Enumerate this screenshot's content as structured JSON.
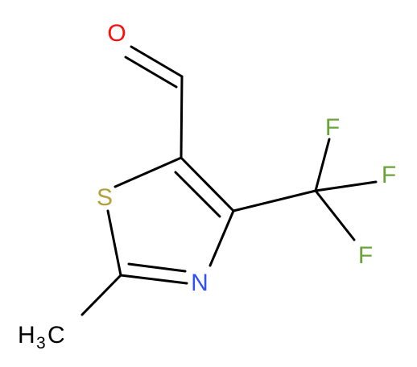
{
  "atoms": {
    "oxygen": {
      "label": "O",
      "color": "#ff0d0d"
    },
    "sulfur": {
      "label": "S",
      "color": "#b2a03c"
    },
    "nitrogen": {
      "label": "N",
      "color": "#3050f8"
    },
    "fluorine_top": {
      "label": "F",
      "color": "#6aa33a"
    },
    "fluorine_right": {
      "label": "F",
      "color": "#6aa33a"
    },
    "fluorine_bottom": {
      "label": "F",
      "color": "#6aa33a"
    },
    "methyl": {
      "label": "H",
      "subscript": "3",
      "suffix": "C",
      "color": "#000000"
    }
  },
  "bond_color": "#000000"
}
